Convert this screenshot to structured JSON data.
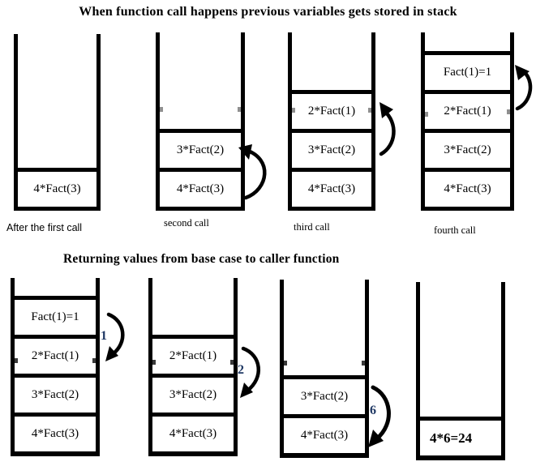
{
  "section1": {
    "title": "When function call happens previous variables gets stored in stack",
    "stacks": [
      {
        "label": "After the first call",
        "cells": [
          "4*Fact(3)"
        ]
      },
      {
        "label": "second call",
        "cells": [
          "3*Fact(2)",
          "4*Fact(3)"
        ]
      },
      {
        "label": "third call",
        "cells": [
          "2*Fact(1)",
          "3*Fact(2)",
          "4*Fact(3)"
        ]
      },
      {
        "label": "fourth call",
        "cells": [
          "Fact(1)=1",
          "2*Fact(1)",
          "3*Fact(2)",
          "4*Fact(3)"
        ]
      }
    ]
  },
  "section2": {
    "title": "Returning values from base case to caller function",
    "stacks": [
      {
        "cells": [
          "Fact(1)=1",
          "2*Fact(1)",
          "3*Fact(2)",
          "4*Fact(3)"
        ],
        "return_value": "1"
      },
      {
        "cells": [
          "2*Fact(1)",
          "3*Fact(2)",
          "4*Fact(3)"
        ],
        "return_value": "2"
      },
      {
        "cells": [
          "3*Fact(2)",
          "4*Fact(3)"
        ],
        "return_value": "6"
      },
      {
        "cells": [
          "4*6=24"
        ]
      }
    ]
  },
  "colors": {
    "ink": "#000000",
    "return_value": "#1f3864"
  }
}
